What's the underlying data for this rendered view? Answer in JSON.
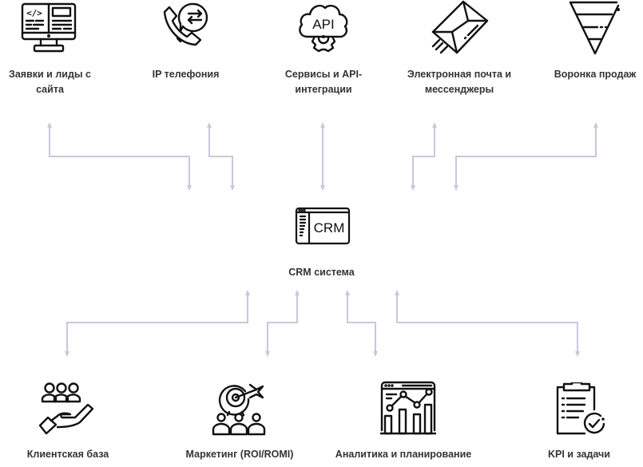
{
  "colors": {
    "text": "#333333",
    "icon_stroke": "#111111",
    "connector": "#c9c7dc"
  },
  "center": {
    "label": "CRM система",
    "icon": "crm-window-icon",
    "icon_text": "CRM"
  },
  "top_nodes": [
    {
      "id": "site-leads",
      "label": "Заявки и лиды с сайта",
      "icon": "monitor-code-icon",
      "icon_text": "</>"
    },
    {
      "id": "ip-telephony",
      "label": "IP телефония",
      "icon": "phone-transfer-icon"
    },
    {
      "id": "api-services",
      "label": "Сервисы и API-интеграции",
      "icon": "cloud-api-gear-icon",
      "icon_text": "API"
    },
    {
      "id": "email-messengers",
      "label": "Электронная почта и мессенджеры",
      "icon": "envelope-flying-icon"
    },
    {
      "id": "sales-funnel",
      "label": "Воронка продаж",
      "icon": "funnel-icon"
    }
  ],
  "bottom_nodes": [
    {
      "id": "client-base",
      "label": "Клиентская база",
      "icon": "hand-people-icon"
    },
    {
      "id": "marketing",
      "label": "Маркетинг (ROI/ROMI)",
      "icon": "target-audience-icon"
    },
    {
      "id": "analytics",
      "label": "Аналитика и планирование",
      "icon": "analytics-chart-icon"
    },
    {
      "id": "kpi-tasks",
      "label": "KPI и задачи",
      "icon": "clipboard-check-icon"
    }
  ],
  "connections": [
    {
      "from": "site-leads",
      "to": "crm",
      "direction": "bidirectional"
    },
    {
      "from": "ip-telephony",
      "to": "crm",
      "direction": "bidirectional"
    },
    {
      "from": "api-services",
      "to": "crm",
      "direction": "bidirectional"
    },
    {
      "from": "email-messengers",
      "to": "crm",
      "direction": "bidirectional"
    },
    {
      "from": "sales-funnel",
      "to": "crm",
      "direction": "bidirectional"
    },
    {
      "from": "crm",
      "to": "client-base",
      "direction": "bidirectional"
    },
    {
      "from": "crm",
      "to": "marketing",
      "direction": "bidirectional"
    },
    {
      "from": "crm",
      "to": "analytics",
      "direction": "bidirectional"
    },
    {
      "from": "crm",
      "to": "kpi-tasks",
      "direction": "bidirectional"
    }
  ]
}
